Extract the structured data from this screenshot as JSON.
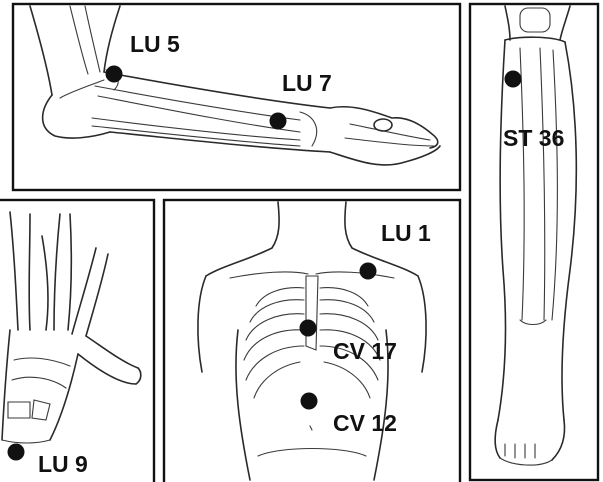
{
  "figure": {
    "panels": [
      {
        "id": "forearm",
        "subject": "forearm-and-hand-side-view",
        "points": [
          {
            "id": "lu5",
            "label": "LU 5"
          },
          {
            "id": "lu7",
            "label": "LU 7"
          }
        ]
      },
      {
        "id": "leg",
        "subject": "lower-leg-front-view",
        "points": [
          {
            "id": "st36",
            "label": "ST 36"
          }
        ]
      },
      {
        "id": "hand",
        "subject": "hand-skeleton-palm-view",
        "points": [
          {
            "id": "lu9",
            "label": "LU 9"
          }
        ]
      },
      {
        "id": "torso",
        "subject": "torso-with-ribcage",
        "points": [
          {
            "id": "lu1",
            "label": "LU 1"
          },
          {
            "id": "cv17",
            "label": "CV 17"
          },
          {
            "id": "cv12",
            "label": "CV 12"
          }
        ]
      }
    ],
    "colors": {
      "point": "#111111",
      "line_art": "#2a2a2a",
      "frame": "#111111",
      "background": "#ffffff"
    }
  }
}
